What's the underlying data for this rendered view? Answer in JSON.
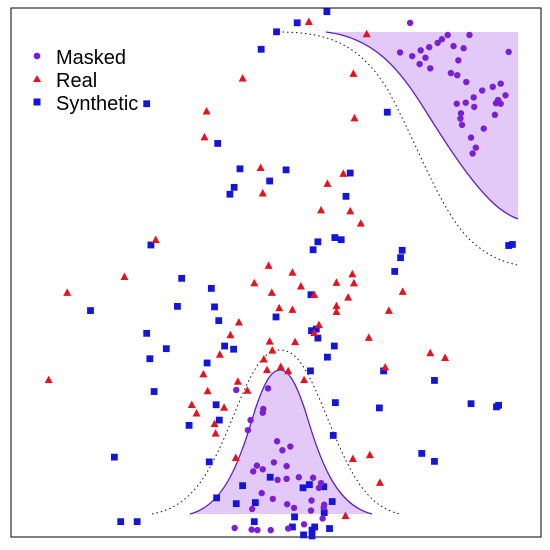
{
  "colors": {
    "masked": "#7b1fd6",
    "real": "#e3141e",
    "synthetic": "#1515d8",
    "region_fill": "#e2c9f7",
    "region_line": "#5a22c0",
    "frame": "#000000"
  },
  "legend": {
    "masked_label": "Masked",
    "real_label": "Real",
    "synthetic_label": "Synthetic"
  },
  "chart_data": {
    "type": "scatter",
    "xlim": [
      0,
      100
    ],
    "ylim": [
      0,
      100
    ],
    "grid": false,
    "legend_position": "top-left",
    "regions": [
      {
        "name": "top-right",
        "shape": "sigmoid"
      },
      {
        "name": "bottom-center",
        "shape": "gaussian"
      }
    ],
    "series": [
      {
        "name": "Masked",
        "marker": "circle",
        "points": [
          [
            75.3,
            97.2
          ],
          [
            73.4,
            91.6
          ],
          [
            75.7,
            90.9
          ],
          [
            77.3,
            92.0
          ],
          [
            78.9,
            92.6
          ],
          [
            80.5,
            93.4
          ],
          [
            81.3,
            94.1
          ],
          [
            82.4,
            94.9
          ],
          [
            83.5,
            92.8
          ],
          [
            84.4,
            90.1
          ],
          [
            85.4,
            92.4
          ],
          [
            86.5,
            94.9
          ],
          [
            79.1,
            88.6
          ],
          [
            77.1,
            89.4
          ],
          [
            78.2,
            90.6
          ],
          [
            83.0,
            87.7
          ],
          [
            84.2,
            87.3
          ],
          [
            85.9,
            86.0
          ],
          [
            87.3,
            83.1
          ],
          [
            88.9,
            84.4
          ],
          [
            90.9,
            85.1
          ],
          [
            92.4,
            85.7
          ],
          [
            93.3,
            83.5
          ],
          [
            85.8,
            82.1
          ],
          [
            84.9,
            80.1
          ],
          [
            85.1,
            77.9
          ],
          [
            86.8,
            75.5
          ],
          [
            87.4,
            81.3
          ],
          [
            89.2,
            77.2
          ],
          [
            91.3,
            79.8
          ],
          [
            92.4,
            81.9
          ],
          [
            87.1,
            72.5
          ],
          [
            87.7,
            73.6
          ],
          [
            84.8,
            79.1
          ],
          [
            84.1,
            81.9
          ],
          [
            93.9,
            91.7
          ],
          [
            91.5,
            82.0
          ],
          [
            91.9,
            82.6
          ],
          [
            48.5,
            28.1
          ],
          [
            47.6,
            24.2
          ],
          [
            47.5,
            23.5
          ],
          [
            45.2,
            22.1
          ],
          [
            44.7,
            20.2
          ],
          [
            50.2,
            18.1
          ],
          [
            51.2,
            16.4
          ],
          [
            52.7,
            17.1
          ],
          [
            49.6,
            14.1
          ],
          [
            46.4,
            13.5
          ],
          [
            45.7,
            12.4
          ],
          [
            47.5,
            12.8
          ],
          [
            50.3,
            10.8
          ],
          [
            52.0,
            11.0
          ],
          [
            54.3,
            11.3
          ],
          [
            57.0,
            11.2
          ],
          [
            58.1,
            9.3
          ],
          [
            58.5,
            10.2
          ],
          [
            56.7,
            6.9
          ],
          [
            59.1,
            6.1
          ],
          [
            59.0,
            5.6
          ],
          [
            56.6,
            5.0
          ],
          [
            53.4,
            5.5
          ],
          [
            52.1,
            6.2
          ],
          [
            49.4,
            7.2
          ],
          [
            47.3,
            8.3
          ],
          [
            45.5,
            5.3
          ],
          [
            42.2,
            1.7
          ],
          [
            45.4,
            1.4
          ],
          [
            46.5,
            1.3
          ],
          [
            49.0,
            1.3
          ],
          [
            52.3,
            1.6
          ],
          [
            55.3,
            2.4
          ],
          [
            58.8,
            3.5
          ],
          [
            52.0,
            13.4
          ],
          [
            42.5,
            27.8
          ]
        ]
      },
      {
        "name": "Real",
        "marker": "triangle",
        "points": [
          [
            56.2,
            97.4
          ],
          [
            67.1,
            95.1
          ],
          [
            64.6,
            87.6
          ],
          [
            43.7,
            86.7
          ],
          [
            36.9,
            80.5
          ],
          [
            64.8,
            79.2
          ],
          [
            36.5,
            75.6
          ],
          [
            47.1,
            69.8
          ],
          [
            62.7,
            68.7
          ],
          [
            59.7,
            66.8
          ],
          [
            47.5,
            65.0
          ],
          [
            58.5,
            61.8
          ],
          [
            64.0,
            61.6
          ],
          [
            66.0,
            59.3
          ],
          [
            27.3,
            56.2
          ],
          [
            48.6,
            51.3
          ],
          [
            53.1,
            50.0
          ],
          [
            64.4,
            49.7
          ],
          [
            61.4,
            48.1
          ],
          [
            21.4,
            49.2
          ],
          [
            45.9,
            48.0
          ],
          [
            49.2,
            46.2
          ],
          [
            57.2,
            45.8
          ],
          [
            54.7,
            47.4
          ],
          [
            63.6,
            45.3
          ],
          [
            61.4,
            43.7
          ],
          [
            50.6,
            43.3
          ],
          [
            53.1,
            43.0
          ],
          [
            64.7,
            48.0
          ],
          [
            61.4,
            42.6
          ],
          [
            71.3,
            42.8
          ],
          [
            73.9,
            46.4
          ],
          [
            10.6,
            46.2
          ],
          [
            43.0,
            40.6
          ],
          [
            58.1,
            40.1
          ],
          [
            57.2,
            38.6
          ],
          [
            41.4,
            38.2
          ],
          [
            48.8,
            37.0
          ],
          [
            53.6,
            36.9
          ],
          [
            49.3,
            35.3
          ],
          [
            67.5,
            37.7
          ],
          [
            47.7,
            33.6
          ],
          [
            52.3,
            31.4
          ],
          [
            48.3,
            31.6
          ],
          [
            39.4,
            34.5
          ],
          [
            70.6,
            32.1
          ],
          [
            79.1,
            34.8
          ],
          [
            55.3,
            29.7
          ],
          [
            50.9,
            32.2
          ],
          [
            42.8,
            29.4
          ],
          [
            36.3,
            30.8
          ],
          [
            44.6,
            27.7
          ],
          [
            37.1,
            27.6
          ],
          [
            34.1,
            25.0
          ],
          [
            40.2,
            24.5
          ],
          [
            38.6,
            19.6
          ],
          [
            35.0,
            23.4
          ],
          [
            7.1,
            29.7
          ],
          [
            81.9,
            33.9
          ],
          [
            38.4,
            21.4
          ],
          [
            64.5,
            14.8
          ],
          [
            67.7,
            15.5
          ],
          [
            42.4,
            15.0
          ],
          [
            69.6,
            10.3
          ],
          [
            63.1,
            4.0
          ]
        ]
      },
      {
        "name": "Synthetic",
        "marker": "square",
        "points": [
          [
            59.6,
            99.3
          ],
          [
            54.0,
            97.2
          ],
          [
            50.1,
            95.5
          ],
          [
            47.2,
            92.2
          ],
          [
            25.6,
            81.9
          ],
          [
            71.0,
            80.3
          ],
          [
            39.0,
            74.4
          ],
          [
            43.2,
            69.6
          ],
          [
            51.9,
            69.4
          ],
          [
            48.8,
            67.3
          ],
          [
            64.0,
            68.8
          ],
          [
            42.1,
            66.1
          ],
          [
            41.3,
            64.8
          ],
          [
            63.2,
            64.4
          ],
          [
            61.1,
            56.6
          ],
          [
            62.3,
            56.2
          ],
          [
            57.9,
            55.8
          ],
          [
            73.8,
            54.2
          ],
          [
            57.0,
            54.3
          ],
          [
            26.4,
            55.2
          ],
          [
            94.6,
            55.3
          ],
          [
            73.5,
            52.8
          ],
          [
            72.4,
            50.2
          ],
          [
            32.2,
            48.9
          ],
          [
            37.8,
            47.0
          ],
          [
            38.4,
            43.5
          ],
          [
            31.4,
            43.6
          ],
          [
            56.6,
            45.8
          ],
          [
            39.2,
            40.9
          ],
          [
            15.0,
            42.8
          ],
          [
            50.0,
            41.6
          ],
          [
            56.7,
            39.0
          ],
          [
            25.6,
            38.5
          ],
          [
            40.3,
            36.1
          ],
          [
            57.6,
            39.3
          ],
          [
            42.0,
            35.5
          ],
          [
            61.0,
            36.1
          ],
          [
            57.9,
            37.6
          ],
          [
            59.7,
            34.0
          ],
          [
            29.3,
            35.6
          ],
          [
            26.2,
            33.7
          ],
          [
            37.0,
            32.9
          ],
          [
            56.5,
            31.4
          ],
          [
            70.3,
            31.4
          ],
          [
            27.0,
            27.5
          ],
          [
            79.9,
            29.6
          ],
          [
            38.7,
            25.0
          ],
          [
            39.3,
            22.1
          ],
          [
            33.6,
            21.1
          ],
          [
            61.2,
            25.4
          ],
          [
            69.5,
            24.4
          ],
          [
            19.5,
            15.1
          ],
          [
            60.8,
            19.2
          ],
          [
            37.4,
            14.2
          ],
          [
            48.9,
            11.3
          ],
          [
            56.3,
            9.9
          ],
          [
            43.7,
            9.7
          ],
          [
            55.1,
            9.3
          ],
          [
            59.0,
            9.5
          ],
          [
            46.1,
            6.5
          ],
          [
            42.5,
            6.3
          ],
          [
            38.8,
            7.4
          ],
          [
            60.6,
            6.7
          ],
          [
            59.1,
            4.6
          ],
          [
            53.5,
            3.8
          ],
          [
            45.9,
            2.9
          ],
          [
            53.1,
            1.9
          ],
          [
            57.3,
            1.9
          ],
          [
            60.1,
            1.6
          ],
          [
            56.8,
            1.3
          ],
          [
            56.8,
            0.2
          ],
          [
            55.2,
            0.4
          ],
          [
            20.7,
            2.9
          ],
          [
            23.8,
            2.9
          ],
          [
            77.5,
            15.8
          ],
          [
            79.9,
            14.3
          ],
          [
            86.8,
            25.2
          ],
          [
            93.9,
            55.1
          ],
          [
            91.6,
            24.6
          ],
          [
            92.0,
            24.9
          ]
        ]
      }
    ]
  }
}
